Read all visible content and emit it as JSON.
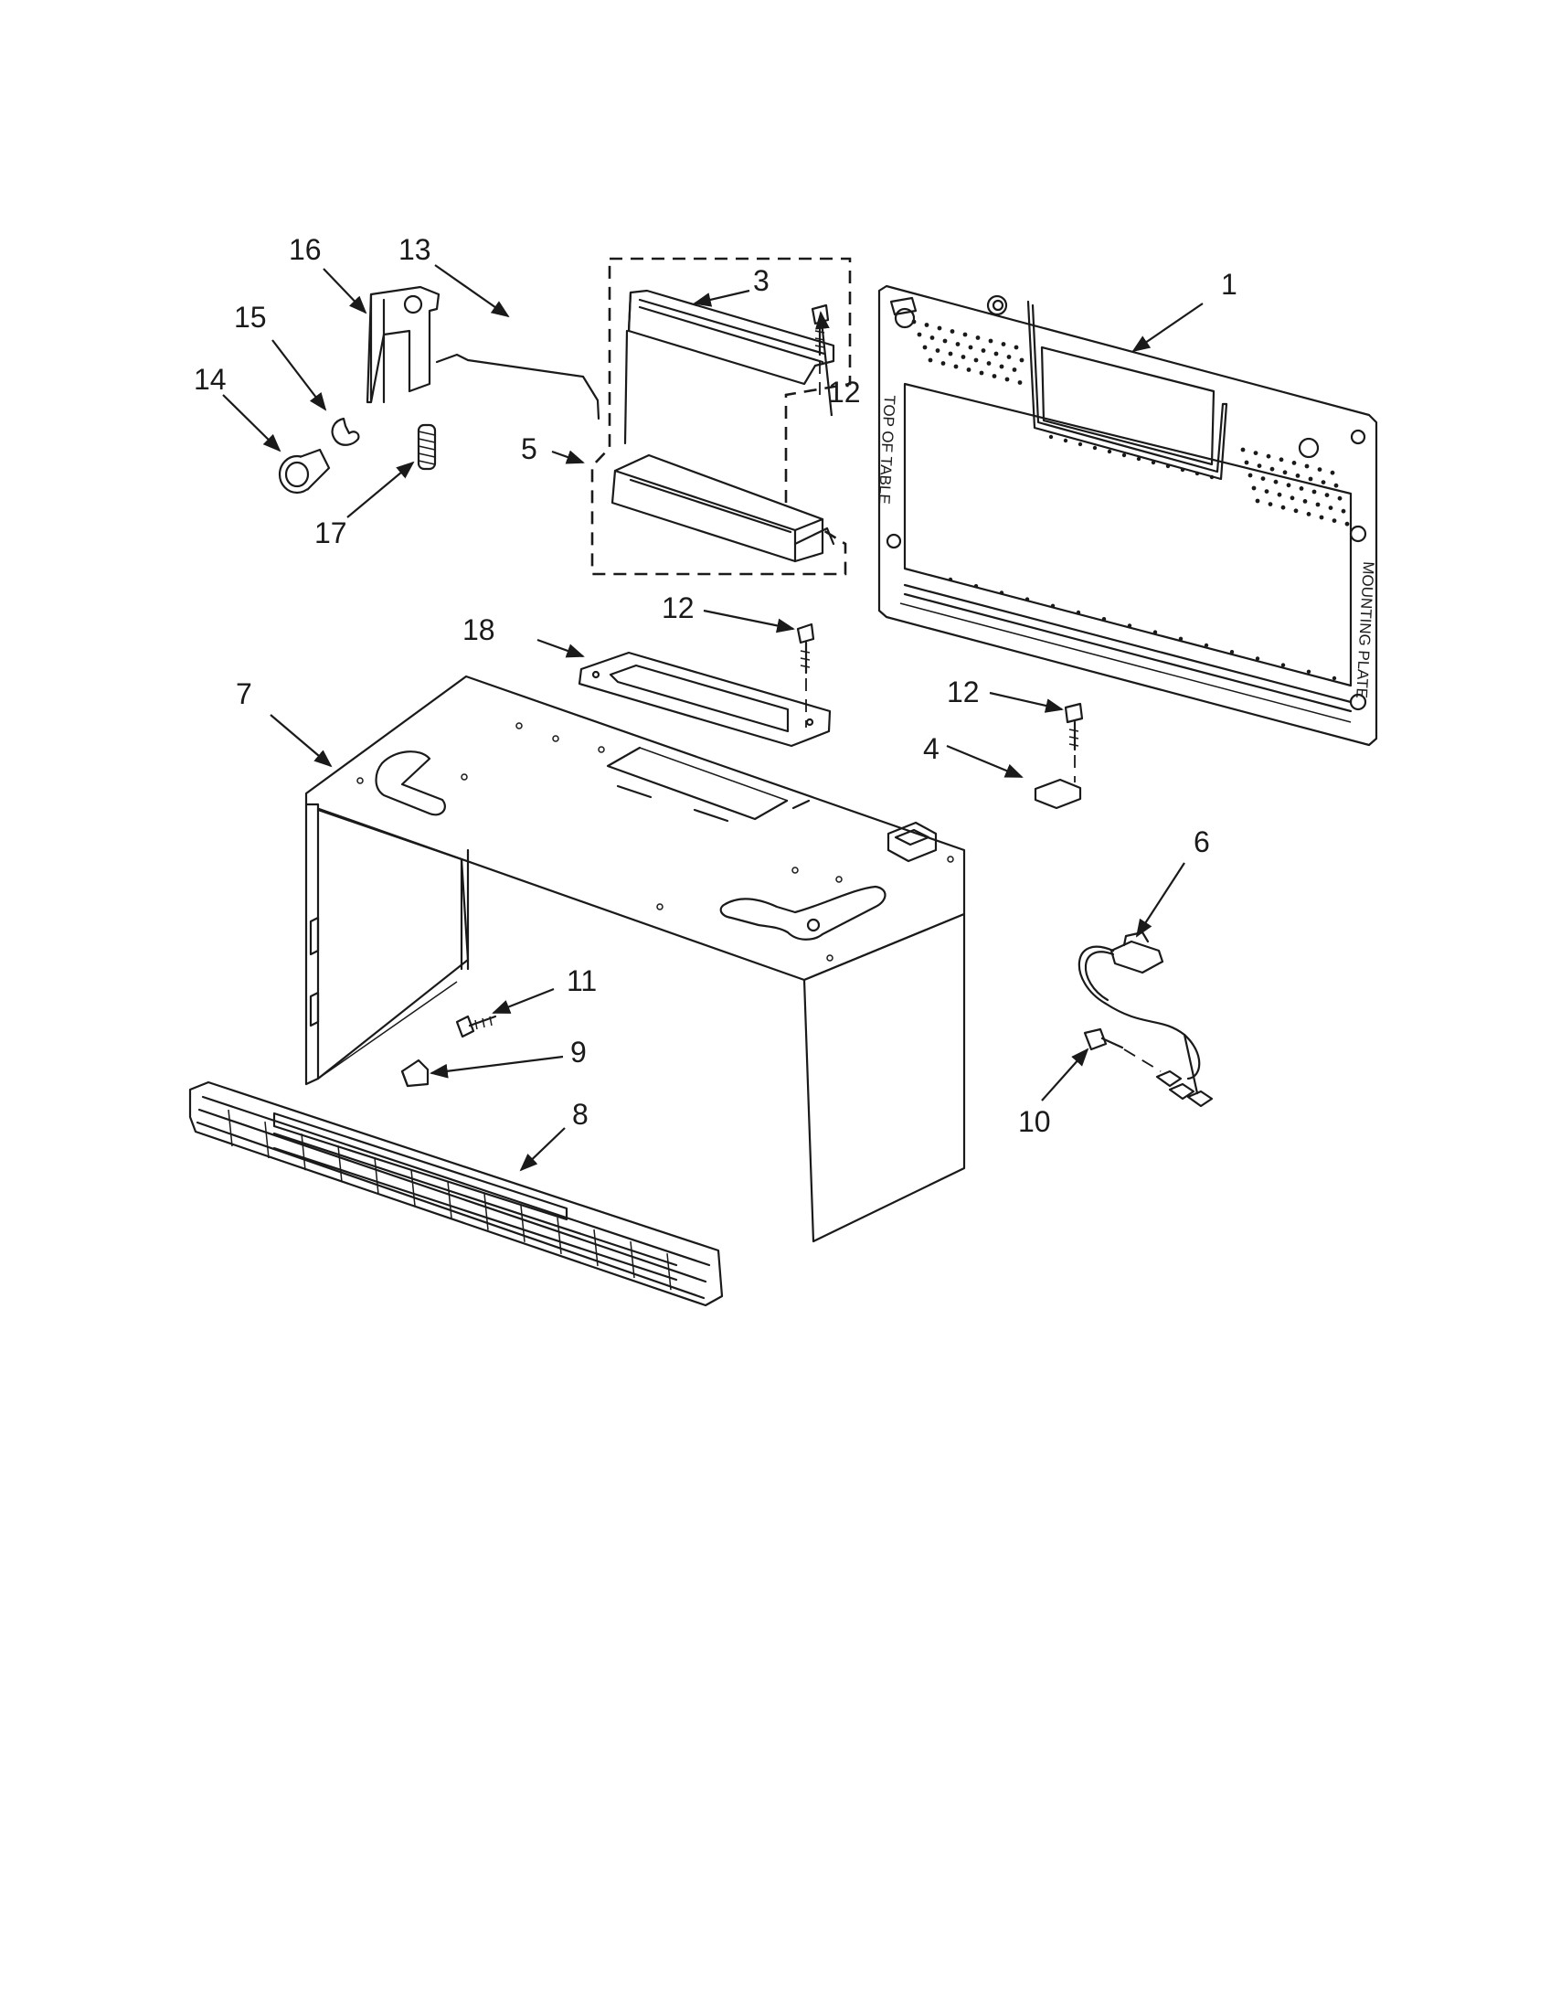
{
  "diagram": {
    "callouts": [
      "1",
      "3",
      "4",
      "5",
      "6",
      "7",
      "8",
      "9",
      "10",
      "11",
      "12",
      "12",
      "12",
      "13",
      "14",
      "15",
      "16",
      "17",
      "18"
    ],
    "plate_text": {
      "upper": "TOP OF TABLE",
      "lower": "MOUNTING PLATE"
    }
  }
}
